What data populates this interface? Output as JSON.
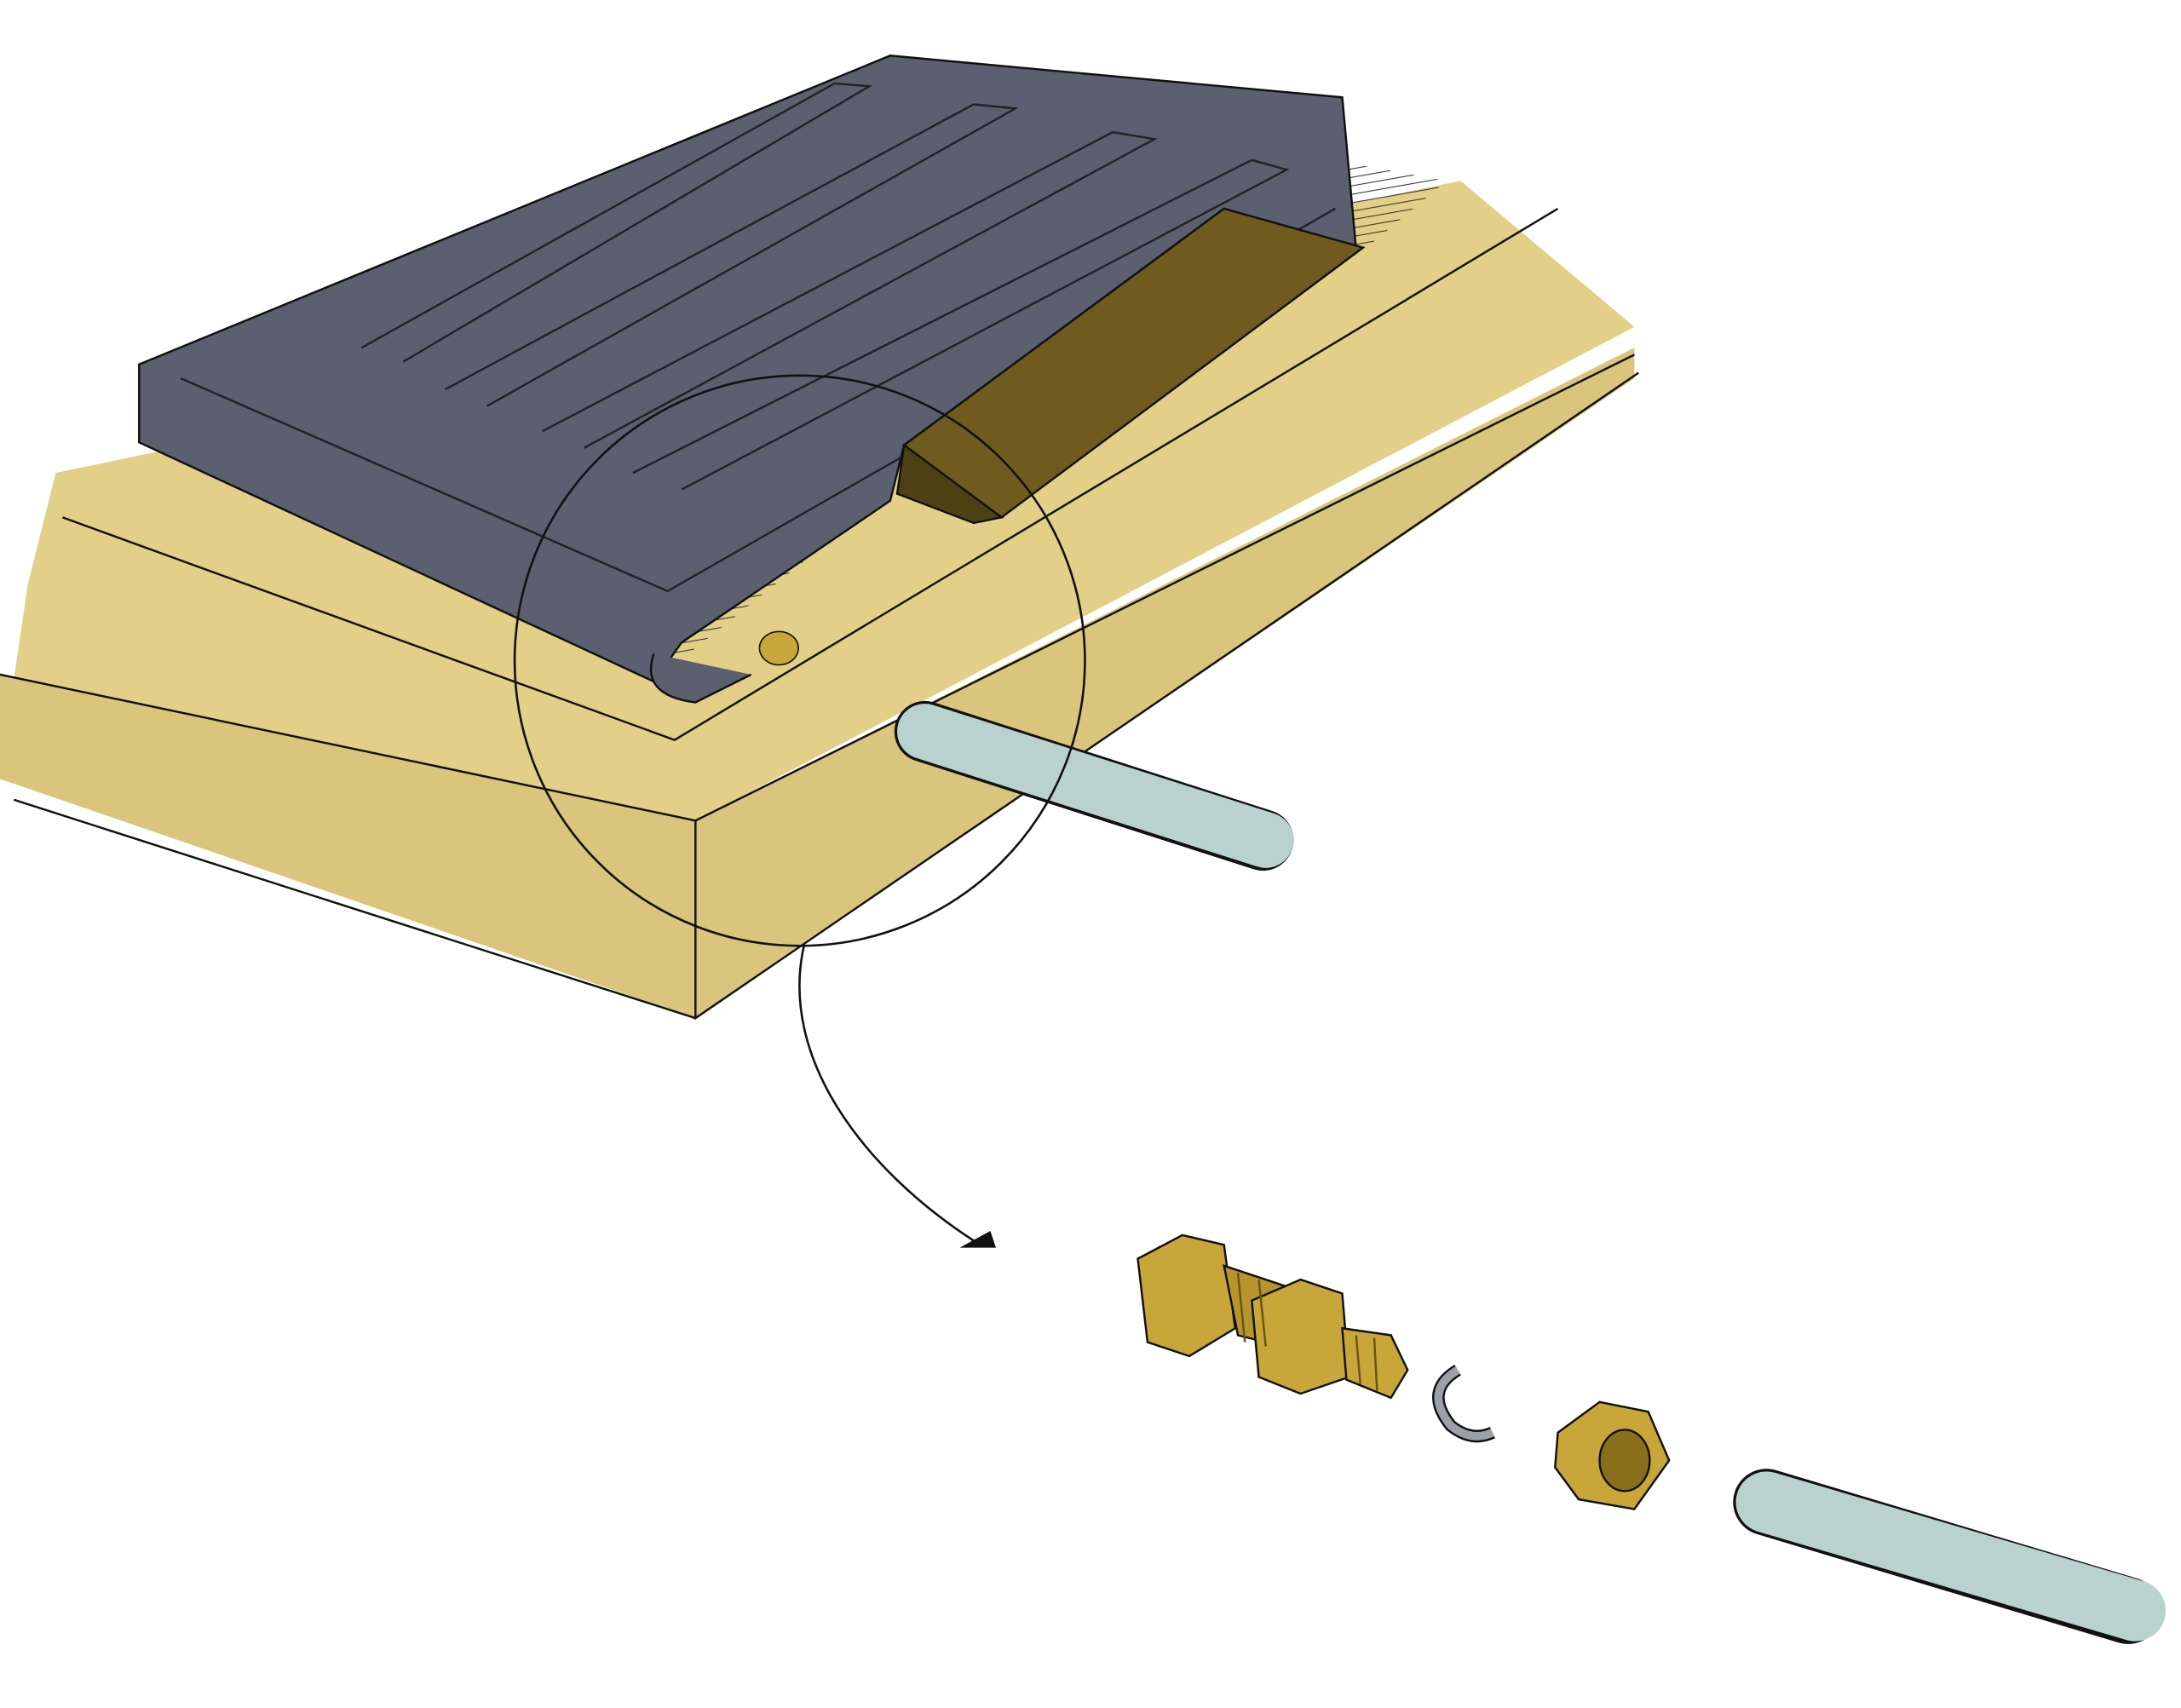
{
  "illustration": {
    "colors": {
      "background": "#ffffff",
      "slab_top": "#e2cf88",
      "slab_front": "#d9c57b",
      "radiator": "#5b5f70",
      "recess_shadow": "#9a9a9a",
      "wood_block": "#6e5b1d",
      "pipe": "#b9d2ce",
      "brass": "#c9a63a",
      "clip": "#9aa0a6",
      "ink": "#111111"
    },
    "parts": [
      "floor-slab",
      "radiator-panel",
      "wood-block",
      "pipe",
      "detail-circle",
      "pointer-arrow",
      "brass-fitting",
      "retaining-clip",
      "hex-nut",
      "pipe-end"
    ]
  }
}
